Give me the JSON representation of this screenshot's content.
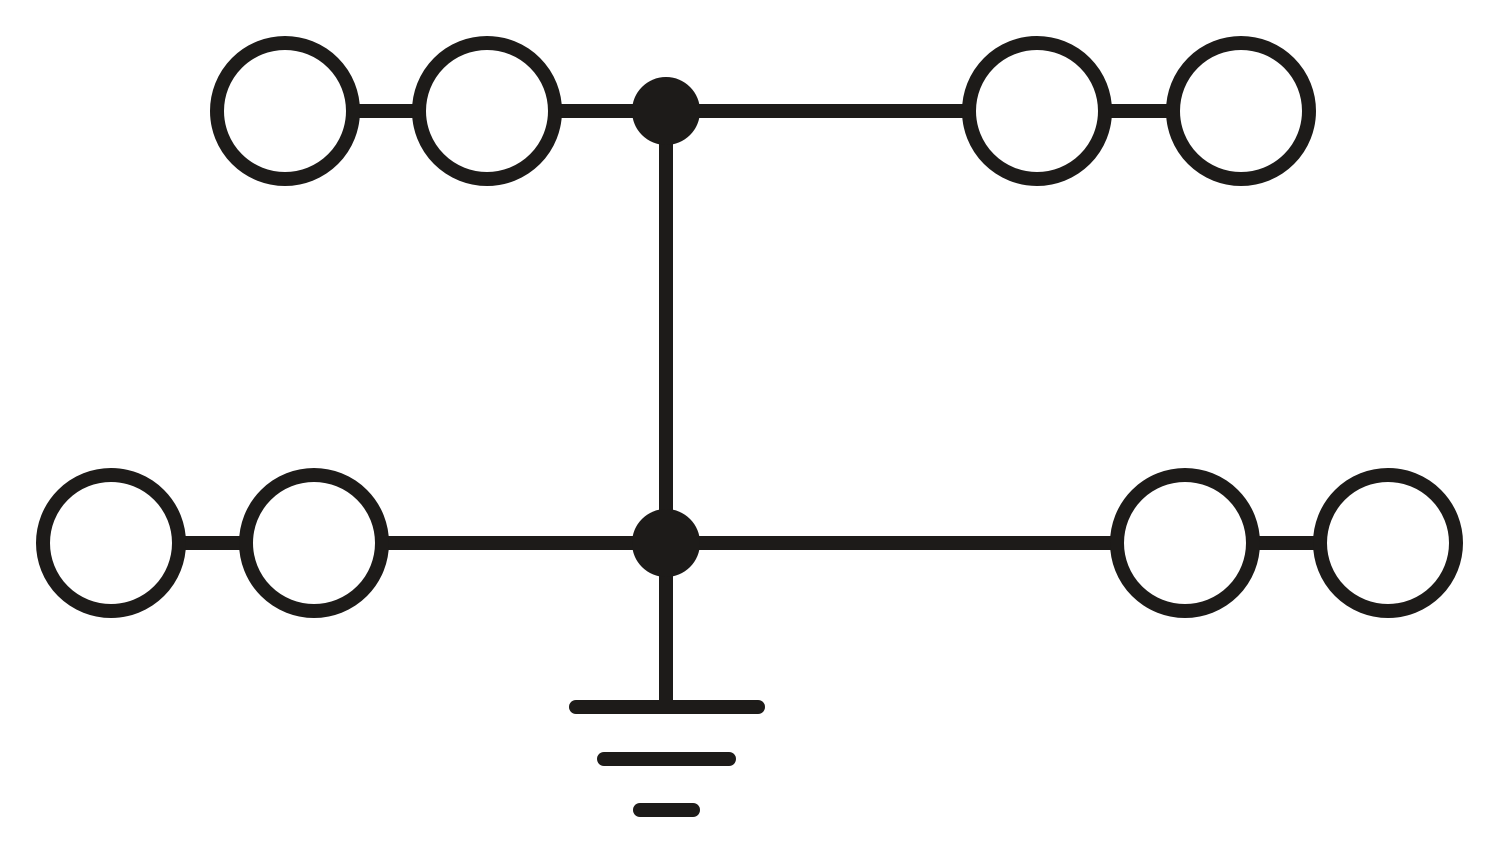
{
  "diagram": {
    "type": "terminal-block-schematic",
    "stroke_color": "#1d1b19",
    "background_color": "#ffffff",
    "top_level": {
      "terminals_left": 2,
      "terminals_right": 2,
      "junction": "filled-dot"
    },
    "bottom_level": {
      "terminals_left": 2,
      "terminals_right": 2,
      "junction": "filled-dot"
    },
    "ground_symbol": {
      "icon": "ground-icon",
      "bars": 3
    }
  }
}
